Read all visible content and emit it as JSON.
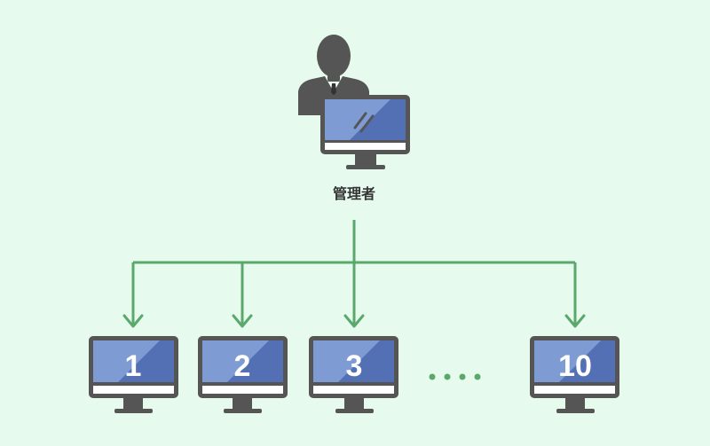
{
  "admin": {
    "label": "管理者",
    "icon": "person-icon"
  },
  "clients": [
    {
      "label": "1"
    },
    {
      "label": "2"
    },
    {
      "label": "3"
    },
    {
      "label": "10"
    }
  ],
  "colors": {
    "background": "#e6fbed",
    "arrow": "#5aa86c",
    "monitor_frame": "#555555",
    "screen_dark": "#5470b5",
    "screen_light": "#7f9bd3",
    "person": "#555555",
    "ellipsis": "#5aa86c"
  }
}
